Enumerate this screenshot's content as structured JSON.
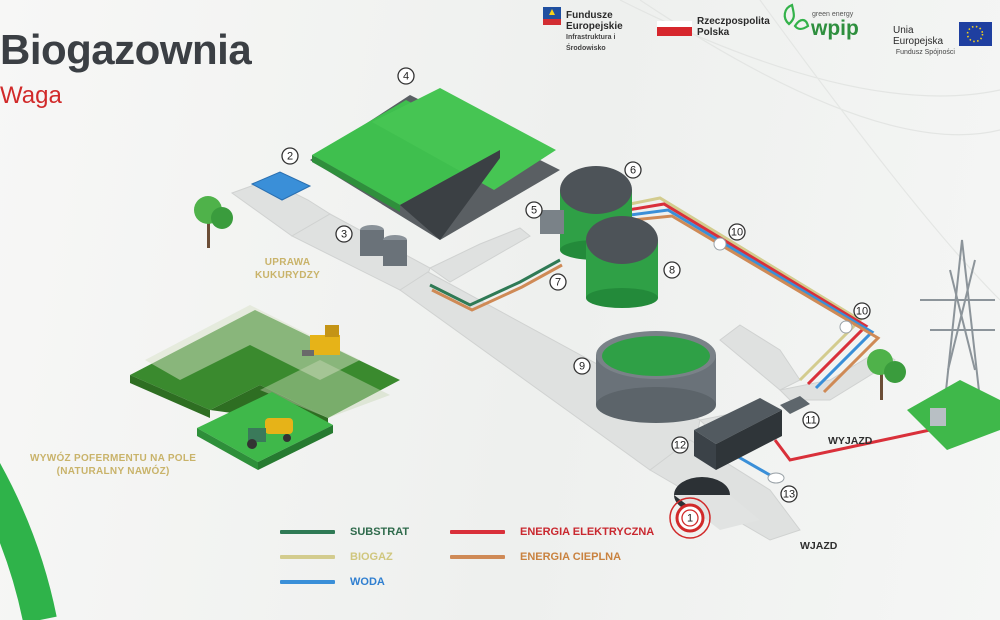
{
  "header": {
    "title": "Biogazownia",
    "subtitle": "Waga"
  },
  "logos": {
    "fe_name": "Fundusze Europejskie",
    "fe_program": "Infrastruktura i Środowisko",
    "rp_name": "Rzeczpospolita Polska",
    "wpip_tag": "green energy",
    "wpip_name": "wpip",
    "ue_name": "Unia Europejska",
    "ue_fund": "Fundusz Spójności"
  },
  "areas": {
    "corn": "UPRAWA\nKUKURYDZY",
    "digestate": "WYWÓZ POFERMENTU NA POLE\n(NATURALNY NAWÓZ)"
  },
  "flows": {
    "exit": "WYJAZD",
    "entry": "WJAZD"
  },
  "numbers": [
    "1",
    "2",
    "3",
    "4",
    "5",
    "6",
    "7",
    "8",
    "9",
    "10",
    "10",
    "11",
    "12",
    "13"
  ],
  "legend": [
    {
      "label": "SUBSTRAT",
      "color": "#2f7a55",
      "text_color": "#2f6b4c"
    },
    {
      "label": "ENERGIA ELEKTRYCZNA",
      "color": "#d9303a",
      "text_color": "#c9282f"
    },
    {
      "label": "BIOGAZ",
      "color": "#d3cc8e",
      "text_color": "#d0c77e"
    },
    {
      "label": "ENERGIA CIEPLNA",
      "color": "#cf8a56",
      "text_color": "#c9823f"
    },
    {
      "label": "WODA",
      "color": "#3a8fd8",
      "text_color": "#2f7fd0"
    }
  ],
  "colors": {
    "accent_green": "#33b24a",
    "accent_red": "#d12a2a"
  }
}
